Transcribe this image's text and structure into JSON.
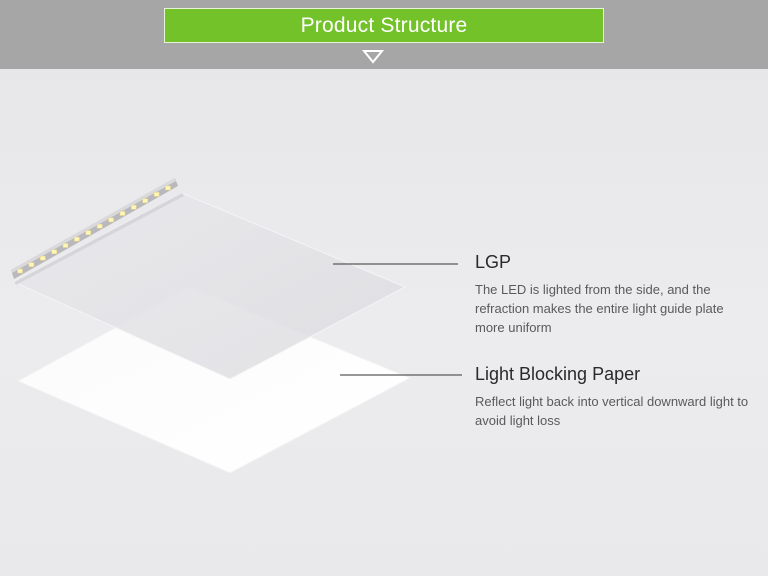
{
  "header": {
    "title": "Product Structure"
  },
  "layers": [
    {
      "title": "LGP",
      "description": "The LED is lighted from the side, and the refraction makes the entire light guide plate more uniform"
    },
    {
      "title": "Light Blocking Paper",
      "description": "Reflect light back into vertical downward light to avoid light loss"
    }
  ],
  "colors": {
    "header_green": "#73c22a",
    "header_band": "#a6a6a6",
    "background": "#ebebed"
  },
  "icons": {
    "title_arrow": "triangle-down-icon"
  }
}
